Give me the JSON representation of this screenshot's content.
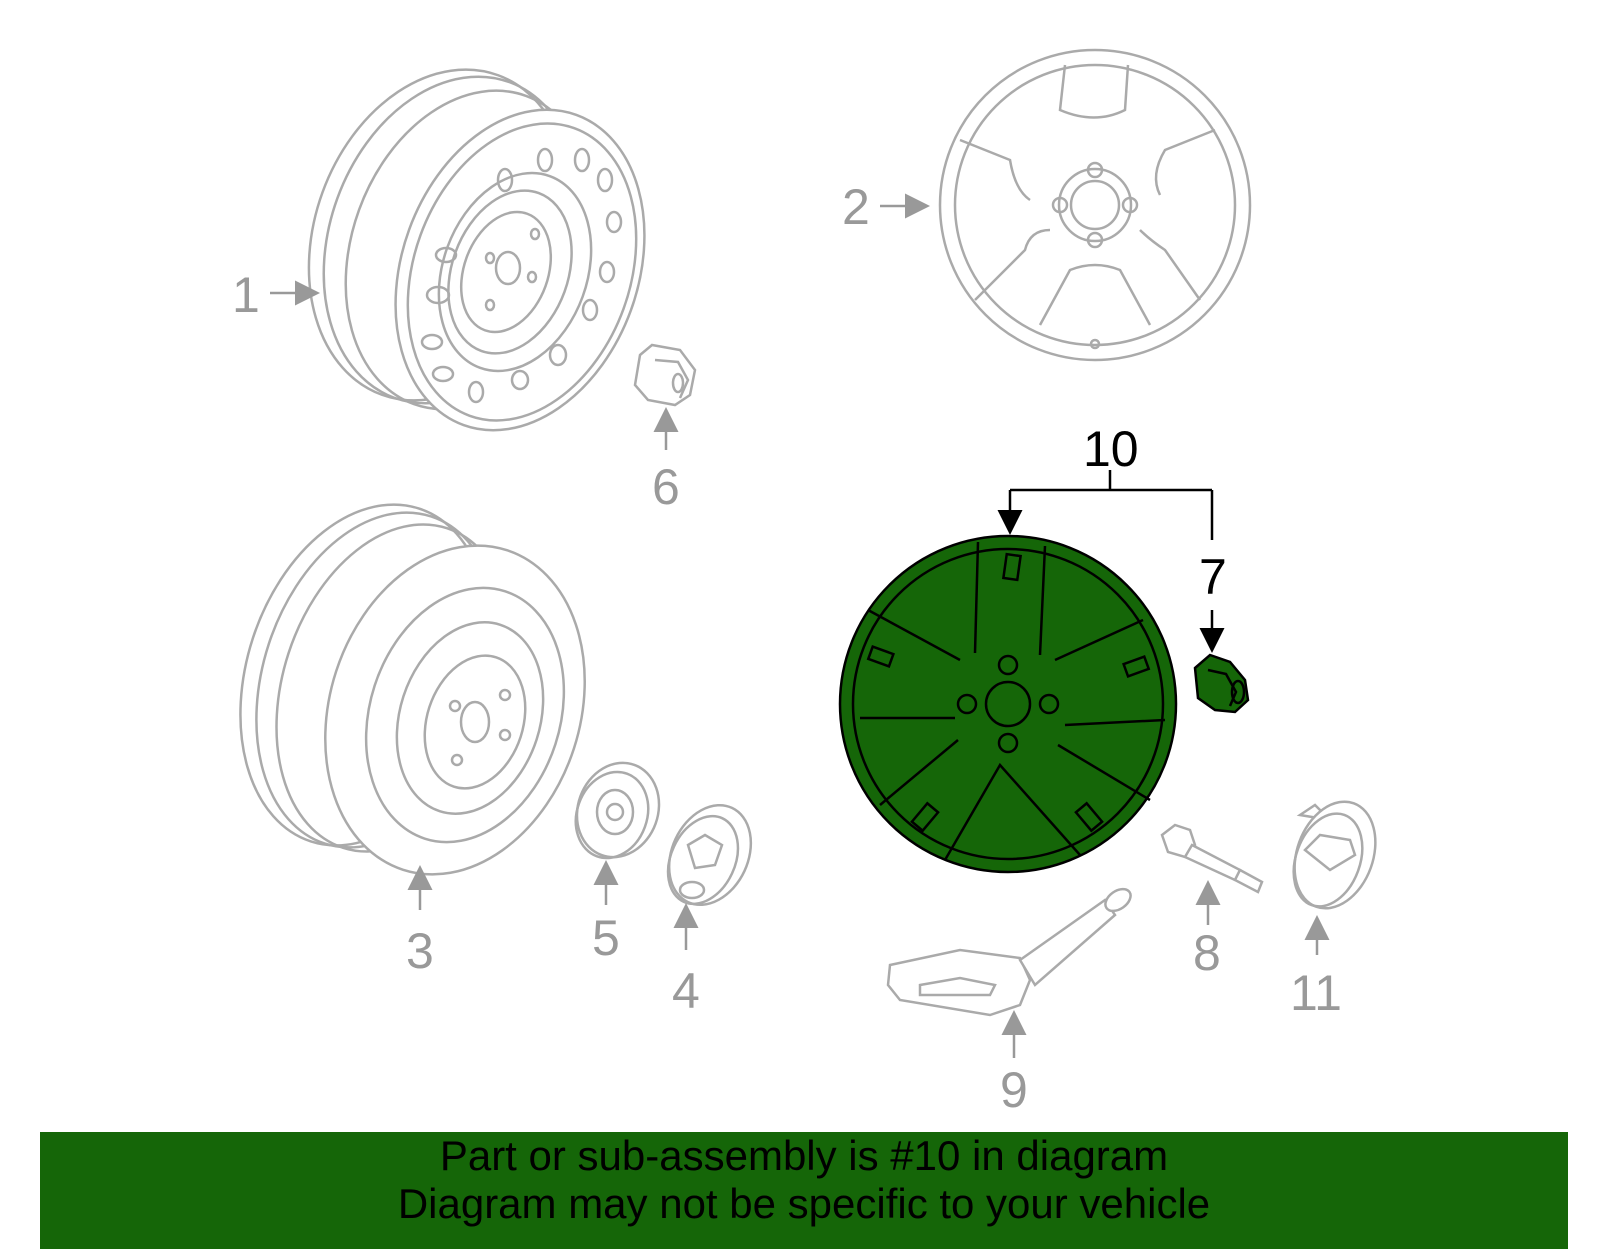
{
  "callouts": {
    "c1": "1",
    "c2": "2",
    "c3": "3",
    "c4": "4",
    "c5": "5",
    "c6": "6",
    "c7": "7",
    "c8": "8",
    "c9": "9",
    "c10": "10",
    "c11": "11"
  },
  "highlight": {
    "part": "10",
    "color": "#156608"
  },
  "banner": {
    "line1": "Part or sub-assembly is #10 in diagram",
    "line2": "Diagram may not be specific to your vehicle"
  },
  "colors": {
    "outline_gray": "#aaaaaa",
    "label_gray": "#999999",
    "highlight_green": "#156608"
  }
}
